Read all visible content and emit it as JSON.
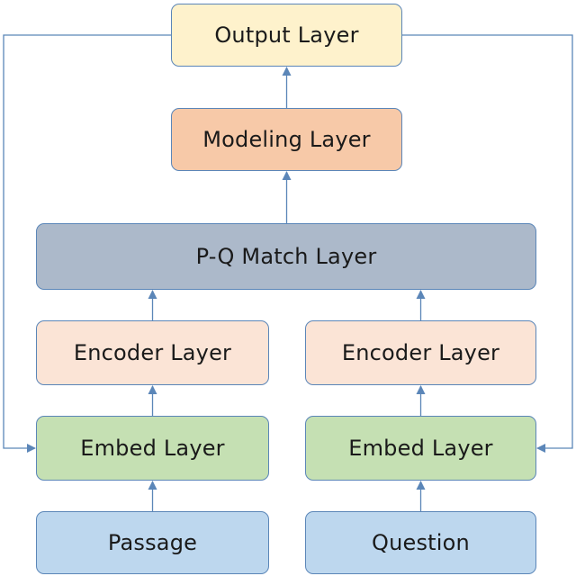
{
  "diagram": {
    "nodes": {
      "output": {
        "label": "Output Layer",
        "fill": "#fef2cc",
        "border": "#5b86b8"
      },
      "modeling": {
        "label": "Modeling Layer",
        "fill": "#f7c9a8",
        "border": "#5b86b8"
      },
      "match": {
        "label": "P-Q Match Layer",
        "fill": "#acb9ca",
        "border": "#5b86b8"
      },
      "encoder_left": {
        "label": "Encoder Layer",
        "fill": "#fbe4d6",
        "border": "#5b86b8"
      },
      "encoder_right": {
        "label": "Encoder Layer",
        "fill": "#fbe4d6",
        "border": "#5b86b8"
      },
      "embed_left": {
        "label": "Embed Layer",
        "fill": "#c5e0b3",
        "border": "#5b86b8"
      },
      "embed_right": {
        "label": "Embed Layer",
        "fill": "#c5e0b3",
        "border": "#5b86b8"
      },
      "passage": {
        "label": "Passage",
        "fill": "#bdd7ee",
        "border": "#5b86b8"
      },
      "question": {
        "label": "Question",
        "fill": "#bdd7ee",
        "border": "#5b86b8"
      }
    },
    "edges": [
      {
        "from": "passage",
        "to": "embed_left"
      },
      {
        "from": "question",
        "to": "embed_right"
      },
      {
        "from": "embed_left",
        "to": "encoder_left"
      },
      {
        "from": "embed_right",
        "to": "encoder_right"
      },
      {
        "from": "encoder_left",
        "to": "match"
      },
      {
        "from": "encoder_right",
        "to": "match"
      },
      {
        "from": "match",
        "to": "modeling"
      },
      {
        "from": "modeling",
        "to": "output"
      },
      {
        "from": "output",
        "to": "embed_left",
        "route": "left-loop"
      },
      {
        "from": "output",
        "to": "embed_right",
        "route": "right-loop"
      }
    ],
    "line_color": "#5b86b8"
  }
}
